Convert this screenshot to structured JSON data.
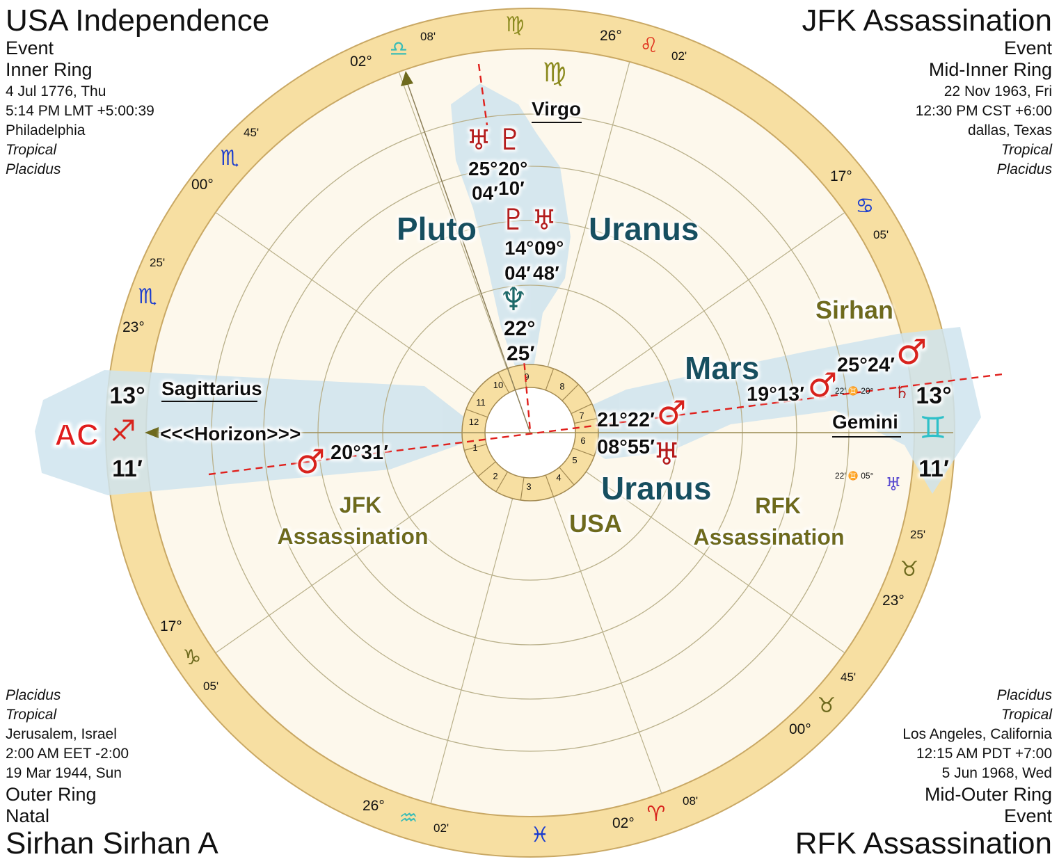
{
  "top_left": {
    "title": "USA Independence",
    "type": "Event",
    "ring": "Inner Ring",
    "date": "4 Jul 1776, Thu",
    "time": "5:14 PM LMT +5:00:39",
    "place": "Philadelphia",
    "zodiac": "Tropical",
    "houses": "Placidus"
  },
  "top_right": {
    "title": "JFK Assassination",
    "type": "Event",
    "ring": "Mid-Inner Ring",
    "date": "22 Nov 1963, Fri",
    "time": "12:30 PM CST +6:00",
    "place": "dallas, Texas",
    "zodiac": "Tropical",
    "houses": "Placidus"
  },
  "bottom_left": {
    "houses": "Placidus",
    "zodiac": "Tropical",
    "place": "Jerusalem, Israel",
    "time": "2:00 AM EET -2:00",
    "date": "19 Mar 1944, Sun",
    "ring": "Outer Ring",
    "type": "Natal",
    "title": "Sirhan Sirhan A"
  },
  "bottom_right": {
    "houses": "Placidus",
    "zodiac": "Tropical",
    "place": "Los Angeles, California",
    "time": "12:15 AM PDT +7:00",
    "date": "5 Jun 1968, Wed",
    "ring": "Mid-Outer Ring",
    "type": "Event",
    "title": "RFK Assassination"
  },
  "cusp_degrees": {
    "libra_deg": "02°",
    "libra_min": "08'",
    "leo_deg": "26°",
    "leo_min": "02'",
    "scorpio_min1": "45'",
    "scorpio_deg1": "00°",
    "scorpio_min2": "25'",
    "scorpio_deg2": "23°",
    "cancer_deg": "17°",
    "cancer_min": "05'",
    "taurus_min1": "25'",
    "taurus_deg1": "23°",
    "cap_deg": "17°",
    "cap_min": "05'",
    "taurus_min2": "45'",
    "taurus_deg2": "00°",
    "aqua_deg": "26°",
    "aqua_min": "02'",
    "aries_deg": "02°",
    "aries_min": "08'"
  },
  "axis": {
    "asc_deg": "13°",
    "asc_min": "11′",
    "asc_label": "AC",
    "asc_sign_name": "Sagittarius",
    "desc_deg": "13°",
    "desc_min": "11′",
    "desc_sign_name": "Gemini",
    "horizon": "<<<Horizon>>>",
    "mc_sign_name": "Virgo"
  },
  "labels": {
    "pluto": "Pluto",
    "uranus_top": "Uranus",
    "mars": "Mars",
    "uranus_mid": "Uranus",
    "sirhan": "Sirhan",
    "jfk1": "JFK",
    "jfk2": "Assassination",
    "usa": "USA",
    "rfk1": "RFK",
    "rfk2": "Assassination"
  },
  "planets": {
    "ur_a_deg": "25°",
    "ur_a_min": "04′",
    "pl_a_deg": "20°",
    "pl_a_min": "10′",
    "pl_b_deg": "14°",
    "pl_b_min": "04′",
    "ur_b_deg": "09°",
    "ur_b_min": "48′",
    "ne_deg": "22°",
    "ne_min": "25′",
    "mars_usa": "21°22′",
    "ur_usa": "08°55′",
    "mars_jfk": "20°31′",
    "mars_rfk": "19°13′",
    "mars_sir": "25°24′",
    "small_sat": "22′ ♊ 20°",
    "small_ur": "22′ ♊ 05°"
  },
  "houses": [
    "1",
    "2",
    "3",
    "4",
    "5",
    "6",
    "7",
    "8",
    "9",
    "10",
    "11",
    "12"
  ],
  "colors": {
    "ring": "#f7dfa2",
    "ring_edge": "#c9a864",
    "inner_bg": "#fdf8ec",
    "highlight": "#cfe4ee",
    "label_olive": "#6e6a1e",
    "label_teal": "#124f61",
    "planet_red": "#b51a1a",
    "mars_red": "#d8231c"
  }
}
